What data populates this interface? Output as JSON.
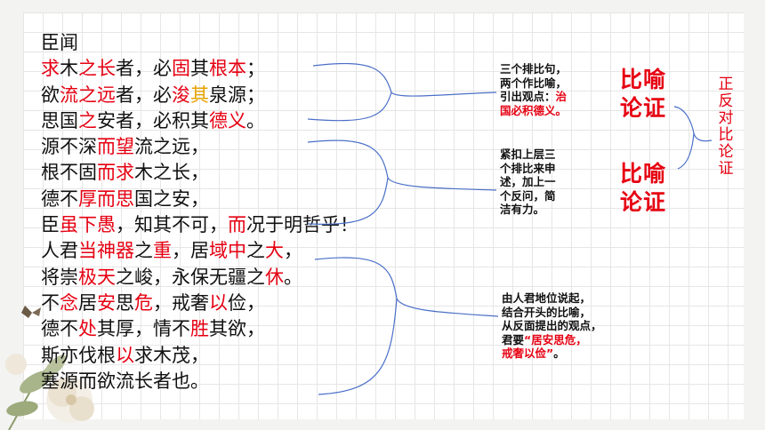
{
  "poem": {
    "lines": [
      [
        {
          "t": "臣闻",
          "c": ""
        }
      ],
      [
        {
          "t": "求",
          "c": "r"
        },
        {
          "t": "木",
          "c": ""
        },
        {
          "t": "之长",
          "c": "r"
        },
        {
          "t": "者，必",
          "c": ""
        },
        {
          "t": "固",
          "c": "r"
        },
        {
          "t": "其",
          "c": ""
        },
        {
          "t": "根本",
          "c": "r"
        },
        {
          "t": "；",
          "c": ""
        }
      ],
      [
        {
          "t": "欲",
          "c": ""
        },
        {
          "t": "流之远",
          "c": "r"
        },
        {
          "t": "者，必",
          "c": ""
        },
        {
          "t": "浚",
          "c": "r"
        },
        {
          "t": "其",
          "c": "o"
        },
        {
          "t": "泉源；",
          "c": ""
        }
      ],
      [
        {
          "t": "思国",
          "c": ""
        },
        {
          "t": "之",
          "c": "r"
        },
        {
          "t": "安者，必积其",
          "c": ""
        },
        {
          "t": "德义",
          "c": "r"
        },
        {
          "t": "。",
          "c": ""
        }
      ],
      [
        {
          "t": "源不深",
          "c": ""
        },
        {
          "t": "而望",
          "c": "r"
        },
        {
          "t": "流之远，",
          "c": ""
        }
      ],
      [
        {
          "t": "根不固",
          "c": ""
        },
        {
          "t": "而求",
          "c": "r"
        },
        {
          "t": "木之长，",
          "c": ""
        }
      ],
      [
        {
          "t": "德不",
          "c": ""
        },
        {
          "t": "厚而思",
          "c": "r"
        },
        {
          "t": "国之安，",
          "c": ""
        }
      ],
      [
        {
          "t": "臣",
          "c": ""
        },
        {
          "t": "虽下愚",
          "c": "r"
        },
        {
          "t": "，知其不可，",
          "c": ""
        },
        {
          "t": "而",
          "c": "r"
        },
        {
          "t": "况于明哲乎！",
          "c": ""
        }
      ],
      [
        {
          "t": "人君",
          "c": ""
        },
        {
          "t": "当神器",
          "c": "r"
        },
        {
          "t": "之",
          "c": ""
        },
        {
          "t": "重",
          "c": "r"
        },
        {
          "t": "，居",
          "c": ""
        },
        {
          "t": "域中",
          "c": "r"
        },
        {
          "t": "之",
          "c": ""
        },
        {
          "t": "大",
          "c": "r"
        },
        {
          "t": "，",
          "c": ""
        }
      ],
      [
        {
          "t": "将崇",
          "c": ""
        },
        {
          "t": "极天",
          "c": "r"
        },
        {
          "t": "之峻，永保无疆之",
          "c": ""
        },
        {
          "t": "休",
          "c": "r"
        },
        {
          "t": "。",
          "c": ""
        }
      ],
      [
        {
          "t": "不",
          "c": ""
        },
        {
          "t": "念",
          "c": "r"
        },
        {
          "t": "居",
          "c": ""
        },
        {
          "t": "安",
          "c": "r"
        },
        {
          "t": "思",
          "c": ""
        },
        {
          "t": "危",
          "c": "r"
        },
        {
          "t": "，戒奢",
          "c": ""
        },
        {
          "t": "以",
          "c": "r"
        },
        {
          "t": "俭，",
          "c": ""
        }
      ],
      [
        {
          "t": "德不",
          "c": ""
        },
        {
          "t": "处",
          "c": "r"
        },
        {
          "t": "其厚，情不",
          "c": ""
        },
        {
          "t": "胜",
          "c": "r"
        },
        {
          "t": "其欲，",
          "c": ""
        }
      ],
      [
        {
          "t": "斯亦伐根",
          "c": ""
        },
        {
          "t": "以",
          "c": "r"
        },
        {
          "t": "求木茂，",
          "c": ""
        }
      ],
      [
        {
          "t": "塞源而欲流长者也。",
          "c": ""
        }
      ]
    ]
  },
  "note1": {
    "l1": "三个排比句，",
    "l2": "两个作比喻，",
    "l3a": "引出观点：",
    "l3b": "治",
    "l4": "国必积德义。"
  },
  "note2": {
    "l1": "紧扣上层三",
    "l2": "个排比来申",
    "l3": "述，加上一",
    "l4": "个反问，简",
    "l5": "洁有力。"
  },
  "note3": {
    "l1": "由人君地位说起，",
    "l2": "结合开头的比喻，",
    "l3": "从反面提出的观点，",
    "l4a": "君要",
    "l4b": "“居安思危，",
    "l5a": "戒奢以俭”",
    "l5b": "。"
  },
  "label1": {
    "l1": "比喻",
    "l2": "论证"
  },
  "label2": {
    "l1": "比喻",
    "l2": "论证"
  },
  "vertical": [
    "正",
    "反",
    "对",
    "比",
    "论",
    "证"
  ],
  "colors": {
    "red": "#e60012",
    "orange": "#e6a100",
    "brace": "#4a6fc7"
  }
}
